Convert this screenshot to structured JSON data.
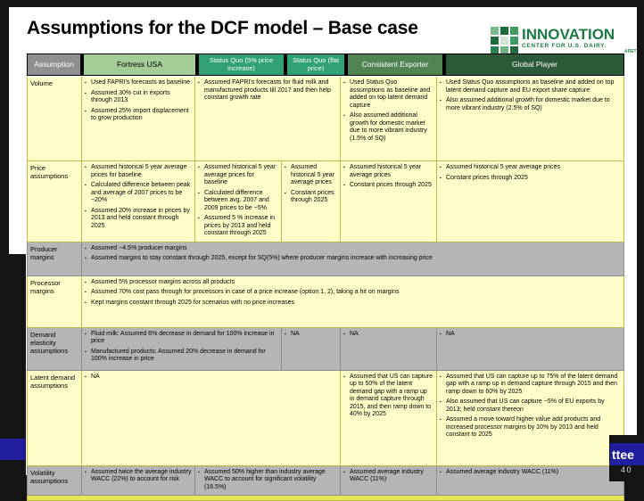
{
  "slide": {
    "title": "Assumptions for the DCF model – Base case",
    "page_number": "40",
    "footer_fragment": "ttee",
    "watermark_fragment": "ARET"
  },
  "logo": {
    "name": "Innovation Center for U.S. Dairy",
    "line1": "INNOVATION",
    "line2": "CENTER FOR U.S. DAIRY."
  },
  "colors": {
    "header_assumption_gray": "#8f8f8f",
    "header_fortress_green": "#a3cc96",
    "header_status_quo_green": "#2fa175",
    "header_consistent_green": "#4f8452",
    "header_global_green": "#2c5936",
    "row_yellow": "#ffffc9",
    "row_gray": "#b5b5b5",
    "accent_navy": "#1f1f9e",
    "logo_green": "#1c7a46"
  },
  "table": {
    "headers": [
      "Assumption",
      "Fortress USA",
      "Status Quo (5% price increase)",
      "Status Quo (flat price)",
      "Consistent Exporter",
      "Global Player"
    ],
    "rows": {
      "volume": {
        "label": "Volume",
        "fortress": [
          "Used FAPRI's forecasts as baseline",
          "Assumed 30% cut in exports through 2013",
          "Assumed 25% import displacement to grow production"
        ],
        "status_quo": [
          "Assumed FAPRI's forecasts for fluid milk and manufactured products till 2017 and then help constant growth rate"
        ],
        "consistent": [
          "Used Status Quo assumptions as baseline and added on top latent demand capture",
          "Also assumed additional growth for domestic market due to more vibrant industry (1.5% of SQ)"
        ],
        "global": [
          "Used Status Quo assumptions as baseline and added on top latent demand capture and EU export share capture",
          "Also assumed additional growth for domestic market due to more vibrant industry (2.5% of SQ)"
        ]
      },
      "price": {
        "label": "Price assumptions",
        "fortress": [
          "Assumed historical 5 year average prices for baseline",
          "Calculated difference between peak and average of 2007 prices to be ~20%",
          "Assumed 20% increase in prices by 2013 and held constant through 2025"
        ],
        "sq_increase": [
          "Assumed historical 5 year average prices for baseline",
          "Calculated difference between avg. 2007 and 2009 prices to be ~5%",
          "Assumed 5 % increase in prices by 2013 and held constant through 2025"
        ],
        "sq_flat": [
          "Assumed historical 5 year average prices",
          "Constant prices through 2025"
        ],
        "consistent": [
          "Assumed historical 5 year average prices",
          "Constant prices through 2025"
        ],
        "global": [
          "Assumed historical 5 year average prices",
          "Constant prices through 2025"
        ]
      },
      "producer": {
        "label": "Producer margins",
        "items": [
          "Assumed ~4.5% producer margins",
          "Assumed margins to stay constant through 2025, except for SQ(5%) where producer margins increase with increasing price"
        ]
      },
      "processor": {
        "label": "Processor margins",
        "items": [
          "Assumed 5% processor margins across all products",
          "Assumed 70% cost pass through for processors in case of a price increase (option 1, 2), taking a hit on margins",
          "Kept margins constant through 2025 for scenarios with no price increases"
        ]
      },
      "demand": {
        "label": "Demand elasticity assumptions",
        "fortress_sq": [
          "Fluid milk: Assumed 6% decrease in demand for 100% increase in price",
          "Manufactured products: Assumed 20% decrease in demand for 100% increase in price"
        ],
        "sq_flat": [
          "NA"
        ],
        "consistent": [
          "NA"
        ],
        "global": [
          "NA"
        ]
      },
      "latent": {
        "label": "Latent demand assumptions",
        "merged_na": [
          "NA"
        ],
        "consistent": [
          "Assumed that US can capture up to 50% of the latent demand gap with a ramp up in demand capture through 2015, and then ramp down to 40% by 2025"
        ],
        "global": [
          "Assumed that US can capture up to 75% of the latent demand gap with a ramp up in demand capture through 2015 and then ramp down to 60% by 2025",
          "Also assumed that US can capture ~5% of EU exports by 2013; held constant thereon",
          "Assumed a move toward higher value add products and increased processor margins by 10% by 2013 and held constant to 2025"
        ]
      },
      "volatility": {
        "label": "Volatility assumptions",
        "fortress": [
          "Assumed twice the average industry WACC (22%) to account for risk"
        ],
        "status_quo": [
          "Assumed 50% higher than industry average WACC to account for significant volatility (16.5%)"
        ],
        "consistent": [
          "Assumed average industry WACC (11%)"
        ],
        "global": [
          "Assumed average industry WACC (11%)"
        ]
      }
    }
  }
}
